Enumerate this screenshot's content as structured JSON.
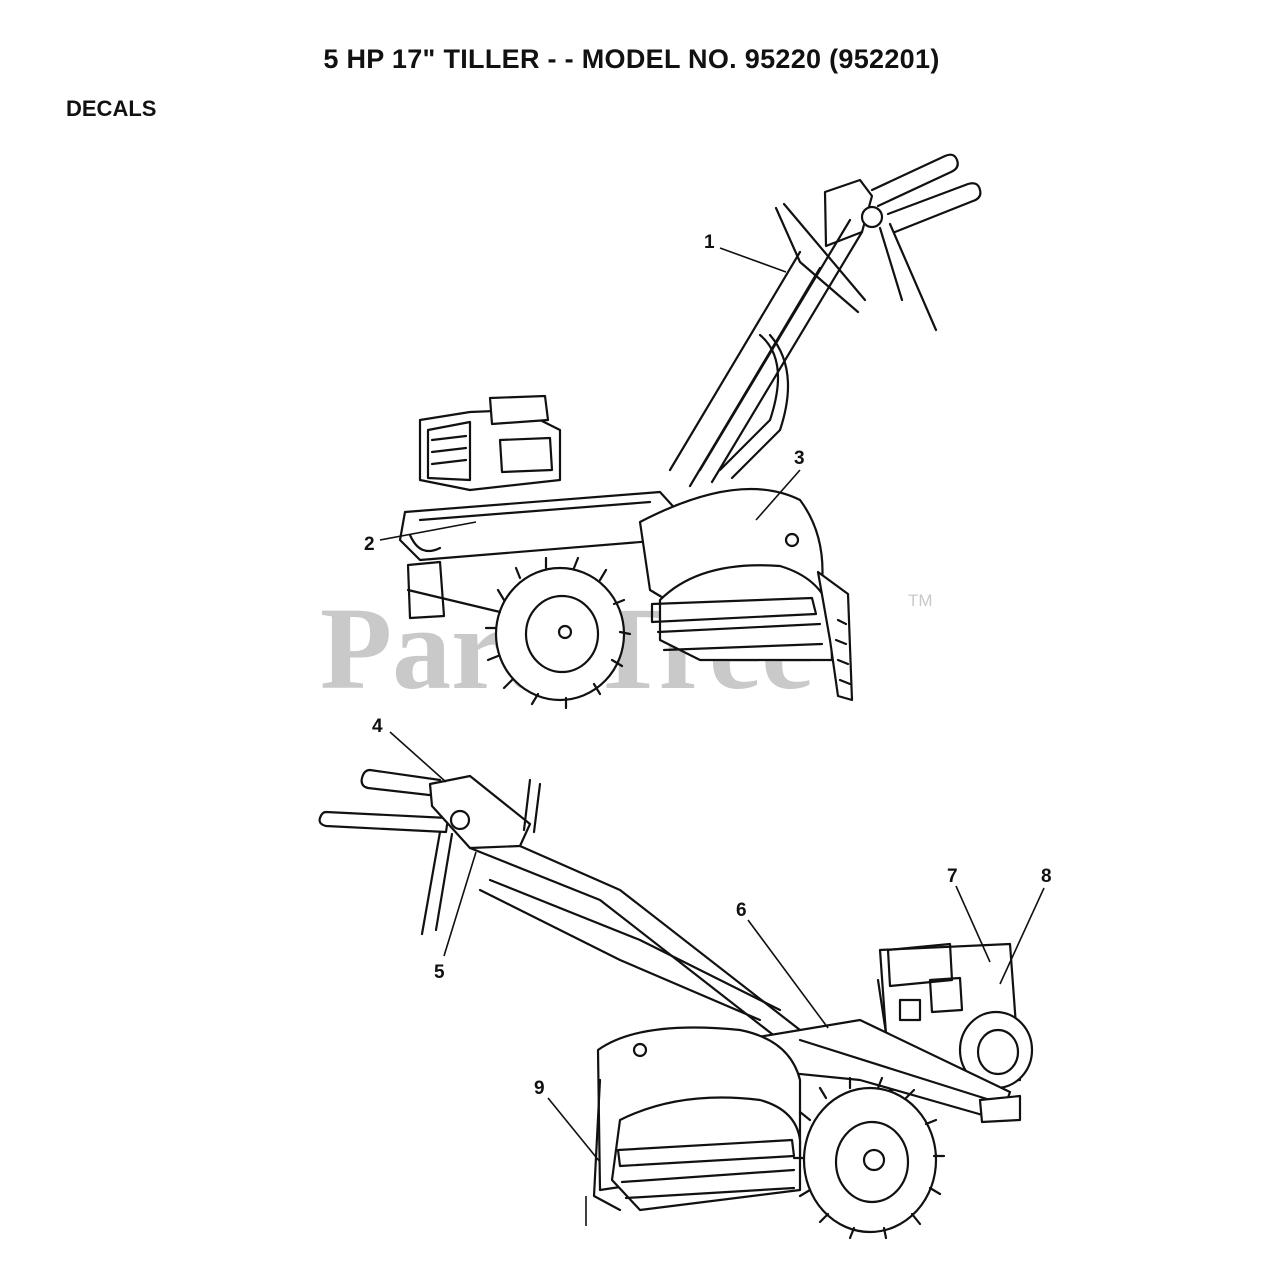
{
  "header": {
    "title": "5 HP 17\" TILLER - - MODEL NO. 95220 (952201)",
    "section": "DECALS"
  },
  "watermark": {
    "text": "PartsTree",
    "trademark": "TM"
  },
  "callouts": [
    "1",
    "2",
    "3",
    "4",
    "5",
    "6",
    "7",
    "8",
    "9"
  ],
  "colors": {
    "ink": "#111111",
    "watermark": "#c9c9c9",
    "background": "#ffffff"
  }
}
